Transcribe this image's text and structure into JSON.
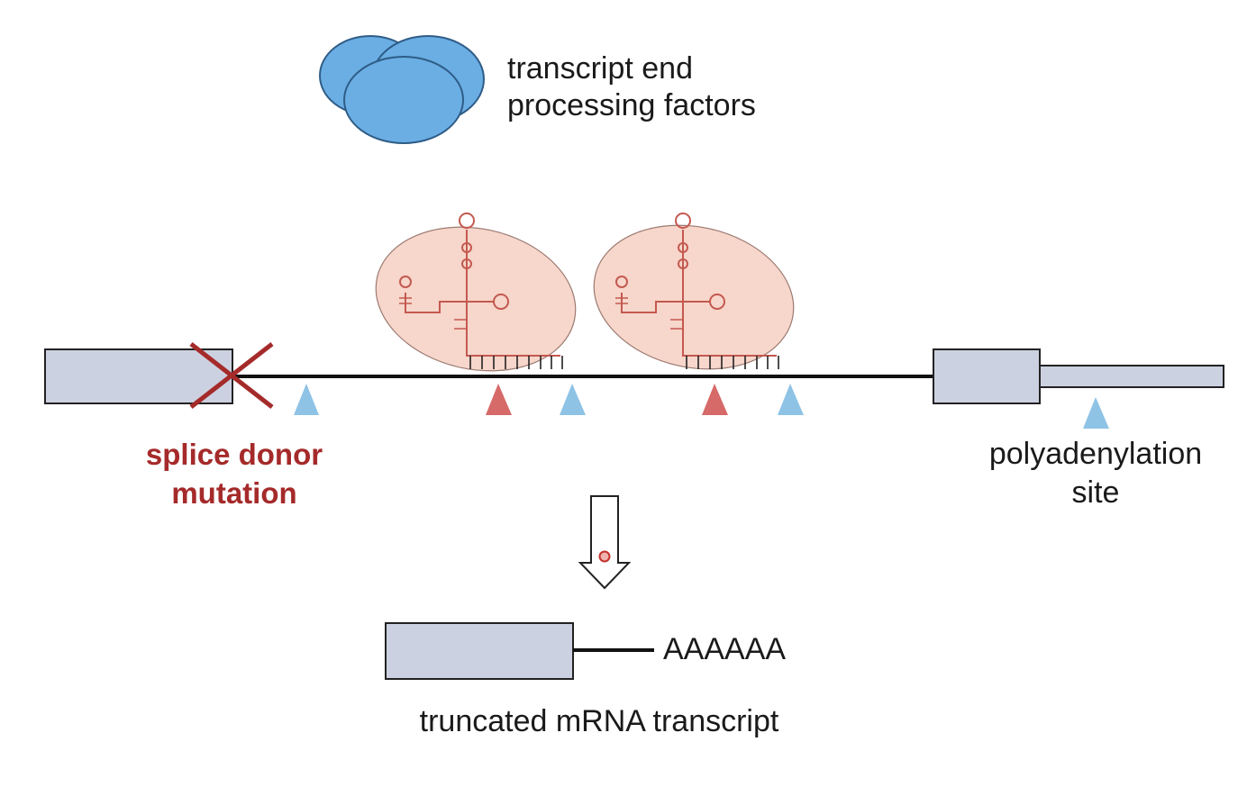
{
  "processing_factors": {
    "label_line1": "transcript end",
    "label_line2": "processing factors"
  },
  "mutation": {
    "label_line1": "splice donor",
    "label_line2": "mutation",
    "color": "#a52a2a"
  },
  "polyadenylation": {
    "label_line1": "polyadenylation",
    "label_line2": "site"
  },
  "product": {
    "tail": "AAAAAA",
    "label": "truncated mRNA transcript"
  },
  "colors": {
    "exon_fill": "#ccd1e1",
    "factor_fill": "#6aaee4",
    "factor_stroke": "#2f5d87",
    "complex_fill": "#f7d6cb",
    "rna_stroke": "#c4594f",
    "site_blue": "#8ec3e6",
    "site_red": "#d56a68"
  },
  "icons": [
    "processing-factors-icon",
    "snrnp-complex-icon",
    "cross-mark-icon",
    "down-arrow-icon",
    "polya-site-marker-icon"
  ]
}
